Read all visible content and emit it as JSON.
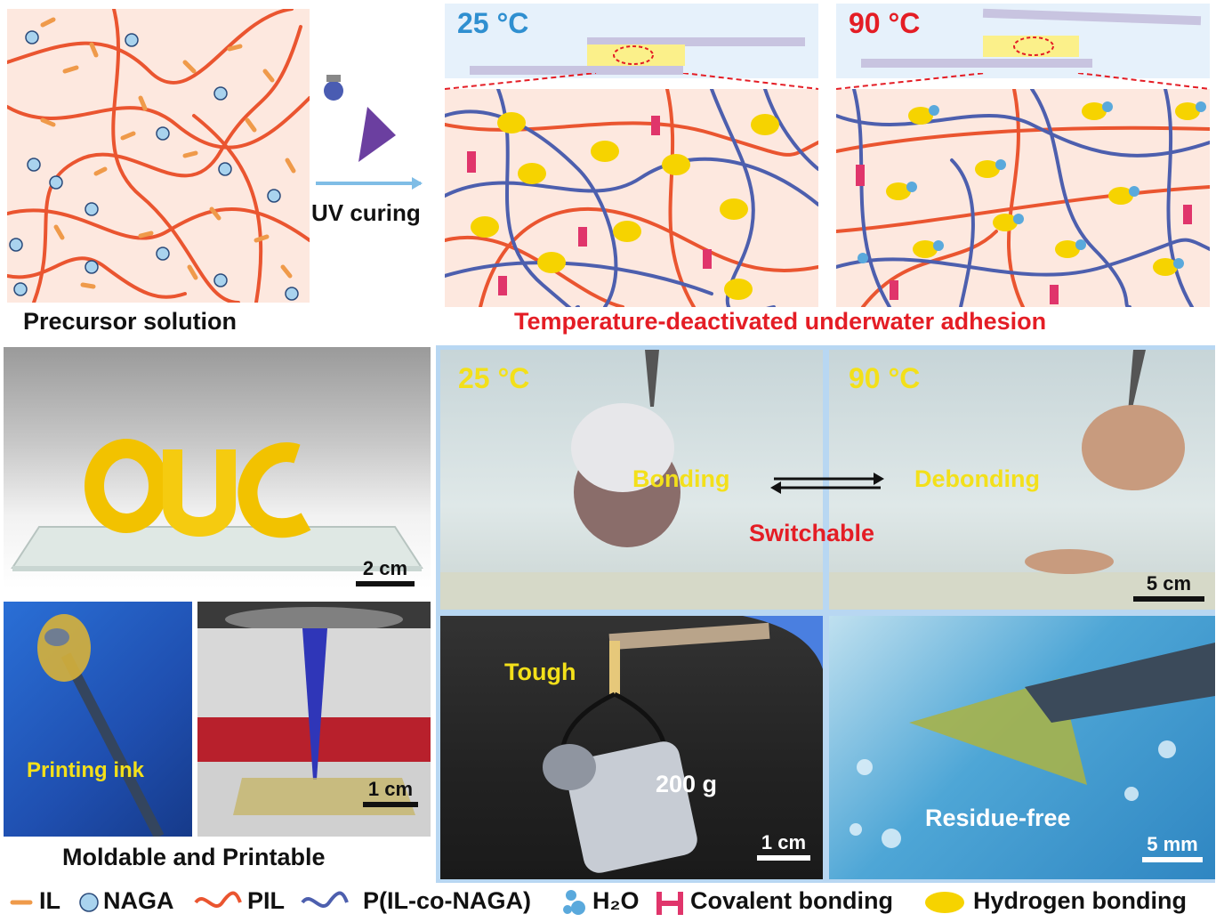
{
  "top": {
    "precursor_caption": "Precursor solution",
    "uv_label": "UV curing",
    "temp_low": "25 °C",
    "temp_high": "90 °C",
    "adhesion_caption": "Temperature-deactivated underwater adhesion"
  },
  "photos": {
    "ouc_scale": "2 cm",
    "printing_label": "Printing ink",
    "printer_scale": "1 cm",
    "moldable_caption": "Moldable and Printable",
    "tank_temp_low": "25 °C",
    "tank_temp_high": "90 °C",
    "bonding": "Bonding",
    "debonding": "Debonding",
    "switchable": "Switchable",
    "tank_scale": "5 cm",
    "tough": "Tough",
    "weight": "200 g",
    "weight_scale": "1 cm",
    "residue": "Residue-free",
    "residue_scale": "5 mm"
  },
  "legend": {
    "il": "IL",
    "naga": "NAGA",
    "pil": "PIL",
    "copolymer": "P(IL-co-NAGA)",
    "water": "H₂O",
    "covalent": "Covalent bonding",
    "hydrogen": "Hydrogen bonding"
  },
  "colors": {
    "pil": "#ea5530",
    "copolymer": "#4d5fae",
    "il": "#ef9a4a",
    "naga": "#a9d3ee",
    "covalent": "#e0356b",
    "hydrogen": "#f6d300",
    "water": "#5aa9dc",
    "low_temp": "#2f8fd0",
    "high_temp": "#e41d25",
    "label_yellow": "#f3e01a"
  }
}
